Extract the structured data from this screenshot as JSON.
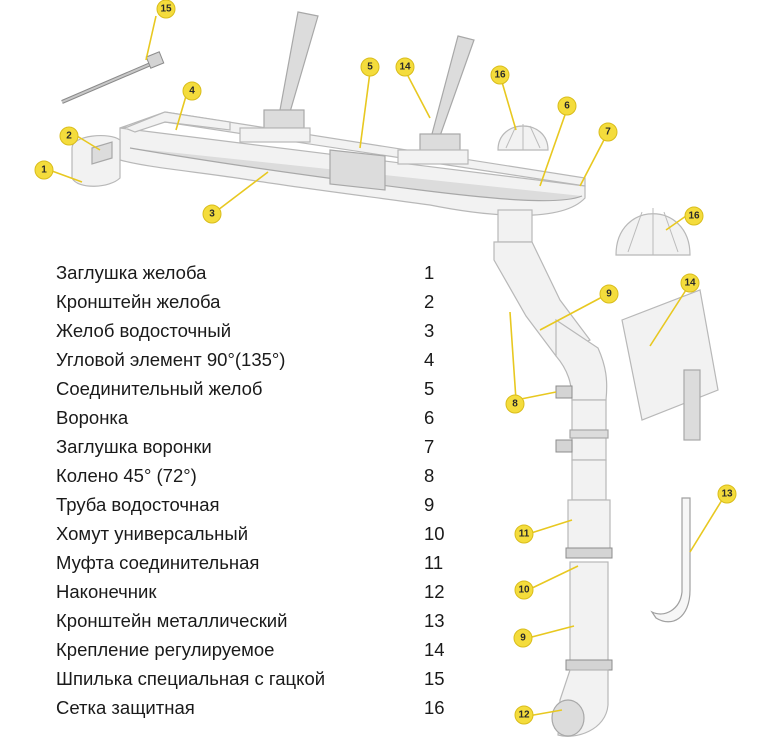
{
  "legend": [
    {
      "label": "Заглушка желоба",
      "num": "1"
    },
    {
      "label": "Кронштейн желоба",
      "num": "2"
    },
    {
      "label": "Желоб водосточный",
      "num": "3"
    },
    {
      "label": "Угловой элемент 90°(135°)",
      "num": "4"
    },
    {
      "label": "Соединительный желоб",
      "num": "5"
    },
    {
      "label": "Воронка",
      "num": "6"
    },
    {
      "label": "Заглушка воронки",
      "num": "7"
    },
    {
      "label": "Колено 45° (72°)",
      "num": "8"
    },
    {
      "label": "Труба водосточная",
      "num": "9"
    },
    {
      "label": "Хомут универсальный",
      "num": "10"
    },
    {
      "label": "Муфта соединительная",
      "num": "11"
    },
    {
      "label": "Наконечник",
      "num": "12"
    },
    {
      "label": "Кронштейн металлический",
      "num": "13"
    },
    {
      "label": "Крепление регулируемое",
      "num": "14"
    },
    {
      "label": "Шпилька специальная с гацкой",
      "num": "15"
    },
    {
      "label": "Сетка защитная",
      "num": "16"
    }
  ],
  "callouts": {
    "c15": "15",
    "c2": "2",
    "c4": "4",
    "c1": "1",
    "c3": "3",
    "c5": "5",
    "c14a": "14",
    "c16a": "16",
    "c6": "6",
    "c7": "7",
    "c16b": "16",
    "c9a": "9",
    "c14b": "14",
    "c8": "8",
    "c13": "13",
    "c11": "11",
    "c10": "10",
    "c9b": "9",
    "c12": "12"
  },
  "colors": {
    "badge": "#f4dc3c",
    "leader": "#e8c820",
    "plastic": "#f2f2f2"
  }
}
